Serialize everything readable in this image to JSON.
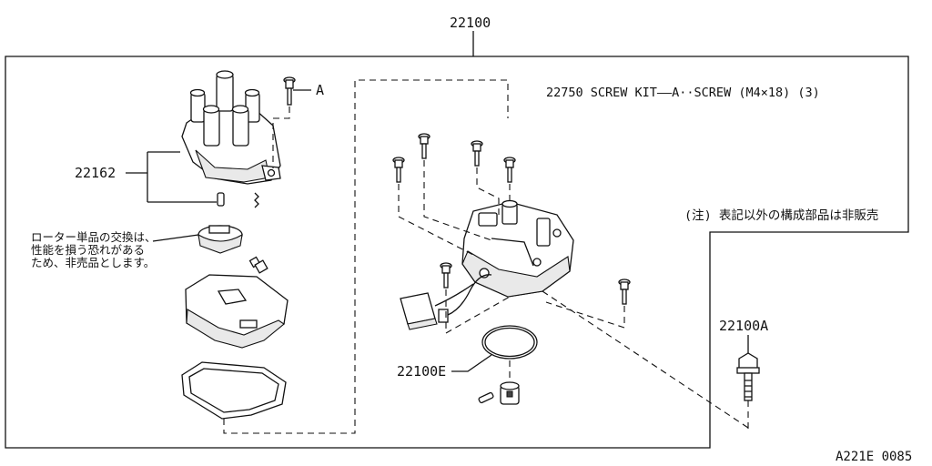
{
  "callouts": {
    "assembly": "22100",
    "screw_ref": "A",
    "cap": "22162",
    "oring": "22100E",
    "bolt": "22100A"
  },
  "notes": {
    "screw_kit": "22750 SCREW KIT——A··SCREW (M4×18) (3)",
    "not_sold_separately": "(注) 表記以外の構成部品は非販売",
    "rotor_line1": "ローター単品の交換は、",
    "rotor_line2": "性能を損う恐れがある",
    "rotor_line3": "ため、非売品とします。"
  },
  "figure_code": "A221E 0085"
}
